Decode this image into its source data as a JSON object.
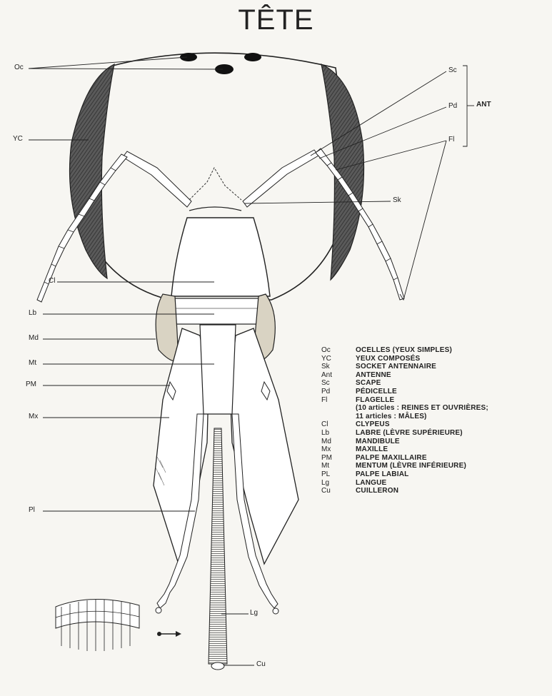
{
  "title": "TÊTE",
  "labels": {
    "oc": "Oc",
    "yc": "YC",
    "sc": "Sc",
    "pd": "Pd",
    "ant": "ANT",
    "fl": "Fl",
    "sk": "Sk",
    "cl": "Cl",
    "lb": "Lb",
    "md": "Md",
    "mt": "Mt",
    "pm": "PM",
    "mx": "Mx",
    "pl": "Pl",
    "lg": "Lg",
    "cu": "Cu"
  },
  "legend": [
    {
      "abbr": "Oc",
      "def": "OCELLES (YEUX SIMPLES)"
    },
    {
      "abbr": "YC",
      "def": "YEUX COMPOSÉS"
    },
    {
      "abbr": "Sk",
      "def": "SOCKET ANTENNAIRE"
    },
    {
      "abbr": "Ant",
      "def": "ANTENNE"
    },
    {
      "abbr": "Sc",
      "def": "SCAPE"
    },
    {
      "abbr": "Pd",
      "def": "PÉDICELLE"
    },
    {
      "abbr": "Fl",
      "def": "FLAGELLE"
    },
    {
      "abbr": "",
      "def": "(10 articles : REINES ET OUVRIÈRES;"
    },
    {
      "abbr": "",
      "def": "11 articles : MÂLES)"
    },
    {
      "abbr": "Cl",
      "def": "CLYPEUS"
    },
    {
      "abbr": "Lb",
      "def": "LABRE (LÈVRE SUPÉRIEURE)"
    },
    {
      "abbr": "Md",
      "def": "MANDIBULE"
    },
    {
      "abbr": "Mx",
      "def": "MAXILLE"
    },
    {
      "abbr": "PM",
      "def": "PALPE MAXILLAIRE"
    },
    {
      "abbr": "Mt",
      "def": "MENTUM (LÈVRE INFÉRIEURE)"
    },
    {
      "abbr": "PL",
      "def": "PALPE LABIAL"
    },
    {
      "abbr": "Lg",
      "def": "LANGUE"
    },
    {
      "abbr": "Cu",
      "def": "CUILLERON"
    }
  ],
  "colors": {
    "ink": "#222222",
    "eye": "#4a4a4a",
    "shade": "#d9d3c3",
    "paper": "#f7f6f2"
  }
}
